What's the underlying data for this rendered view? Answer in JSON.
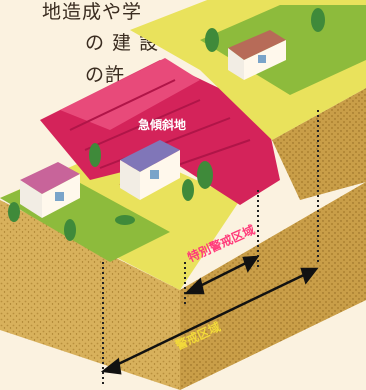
{
  "background_text": {
    "line1": "地造成や学",
    "line2": "の 建 設",
    "line3": "の許"
  },
  "labels": {
    "slope": "急傾斜地",
    "special_zone": "特別警戒区域",
    "zone": "警戒区域"
  },
  "colors": {
    "background": "#fbf2e0",
    "soil": "#d8b15c",
    "soil_dark": "#b9903e",
    "grass_yellow": "#e9e25c",
    "grass_green": "#8dbb3c",
    "red_zone": "#d4235a",
    "red_zone_light": "#e84a7a",
    "special_label": "#ff3a7a",
    "zone_label": "#f2d93a"
  }
}
